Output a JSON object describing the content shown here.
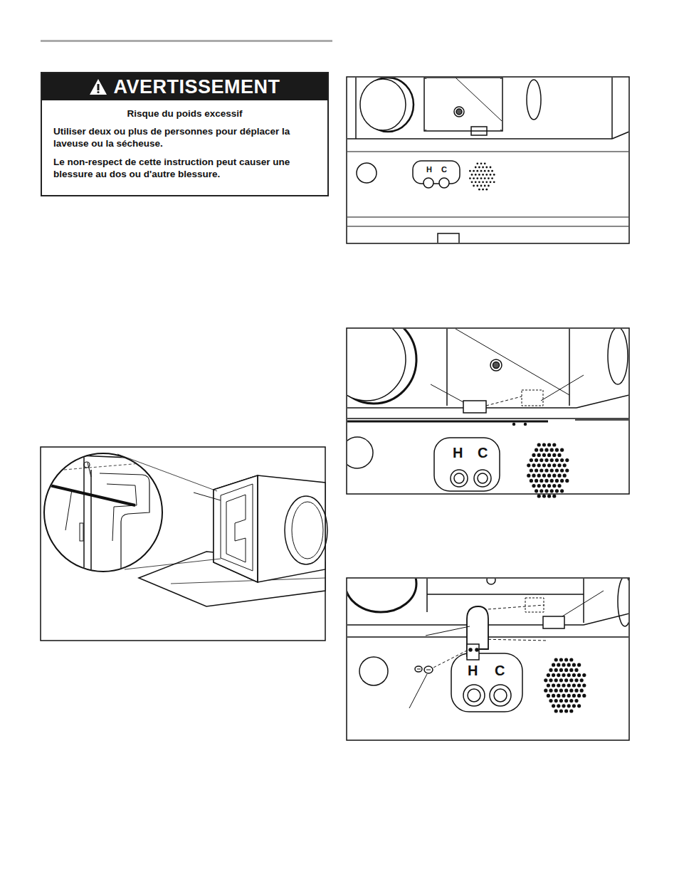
{
  "diagram": {
    "nodes": [
      {
        "text": [
          "AVERTISSEMENT",
          "Risque du poids excessif",
          "Utiliser deux ou plus de personnes pour déplacer la laveuse ou la sécheuse.",
          "Le non-respect de cette instruction peut causer une blessure au dos ou d'autre blessure."
        ]
      }
    ],
    "labels": [
      "H",
      "C",
      "H",
      "C",
      "H",
      "C"
    ]
  }
}
